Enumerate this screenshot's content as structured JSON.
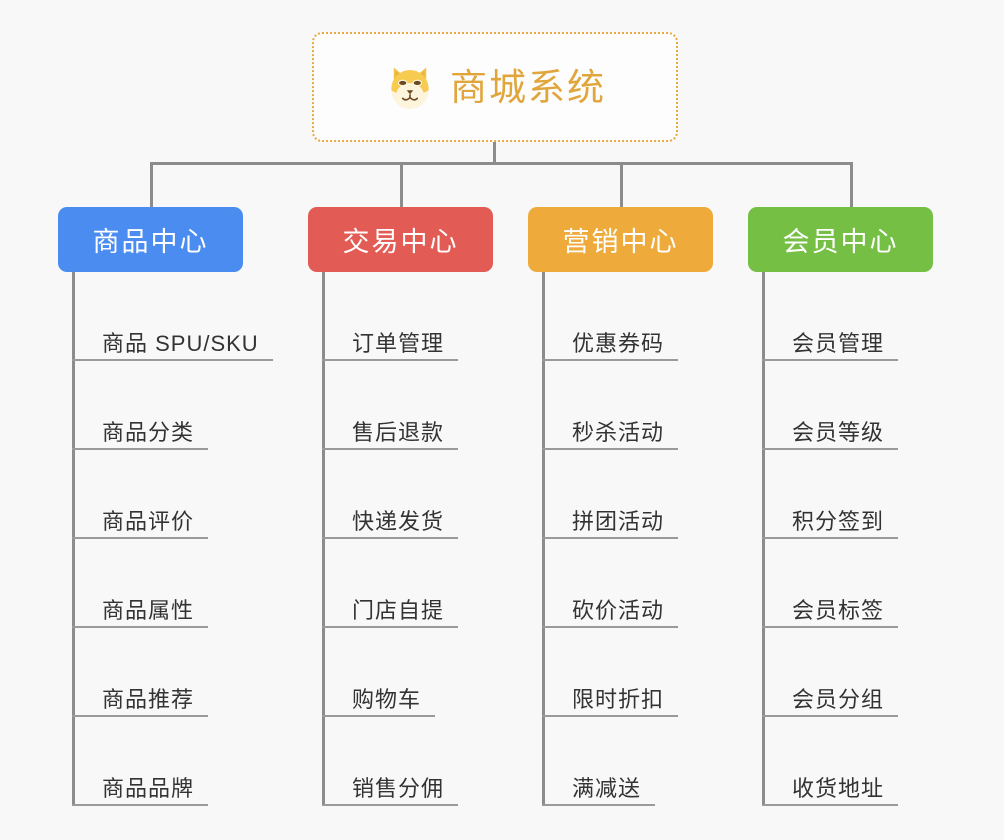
{
  "canvas": {
    "background": "#f8f8f8",
    "line_color": "#8c8c8c",
    "leaf_rule_color": "#9a9a9a"
  },
  "root": {
    "title": "商城系统",
    "icon": "dog-face-icon",
    "border_color": "#e9a93f",
    "text_color": "#e0a63c",
    "background": "#fdfdfd"
  },
  "branches": [
    {
      "label": "商品中心",
      "color": "#4a8cf0",
      "items": [
        "商品 SPU/SKU",
        "商品分类",
        "商品评价",
        "商品属性",
        "商品推荐",
        "商品品牌"
      ]
    },
    {
      "label": "交易中心",
      "color": "#e35b55",
      "items": [
        "订单管理",
        "售后退款",
        "快递发货",
        "门店自提",
        "购物车",
        "销售分佣"
      ]
    },
    {
      "label": "营销中心",
      "color": "#eeab3c",
      "items": [
        "优惠券码",
        "秒杀活动",
        "拼团活动",
        "砍价活动",
        "限时折扣",
        "满减送"
      ]
    },
    {
      "label": "会员中心",
      "color": "#76bf45",
      "items": [
        "会员管理",
        "会员等级",
        "积分签到",
        "会员标签",
        "会员分组",
        "收货地址"
      ]
    }
  ]
}
